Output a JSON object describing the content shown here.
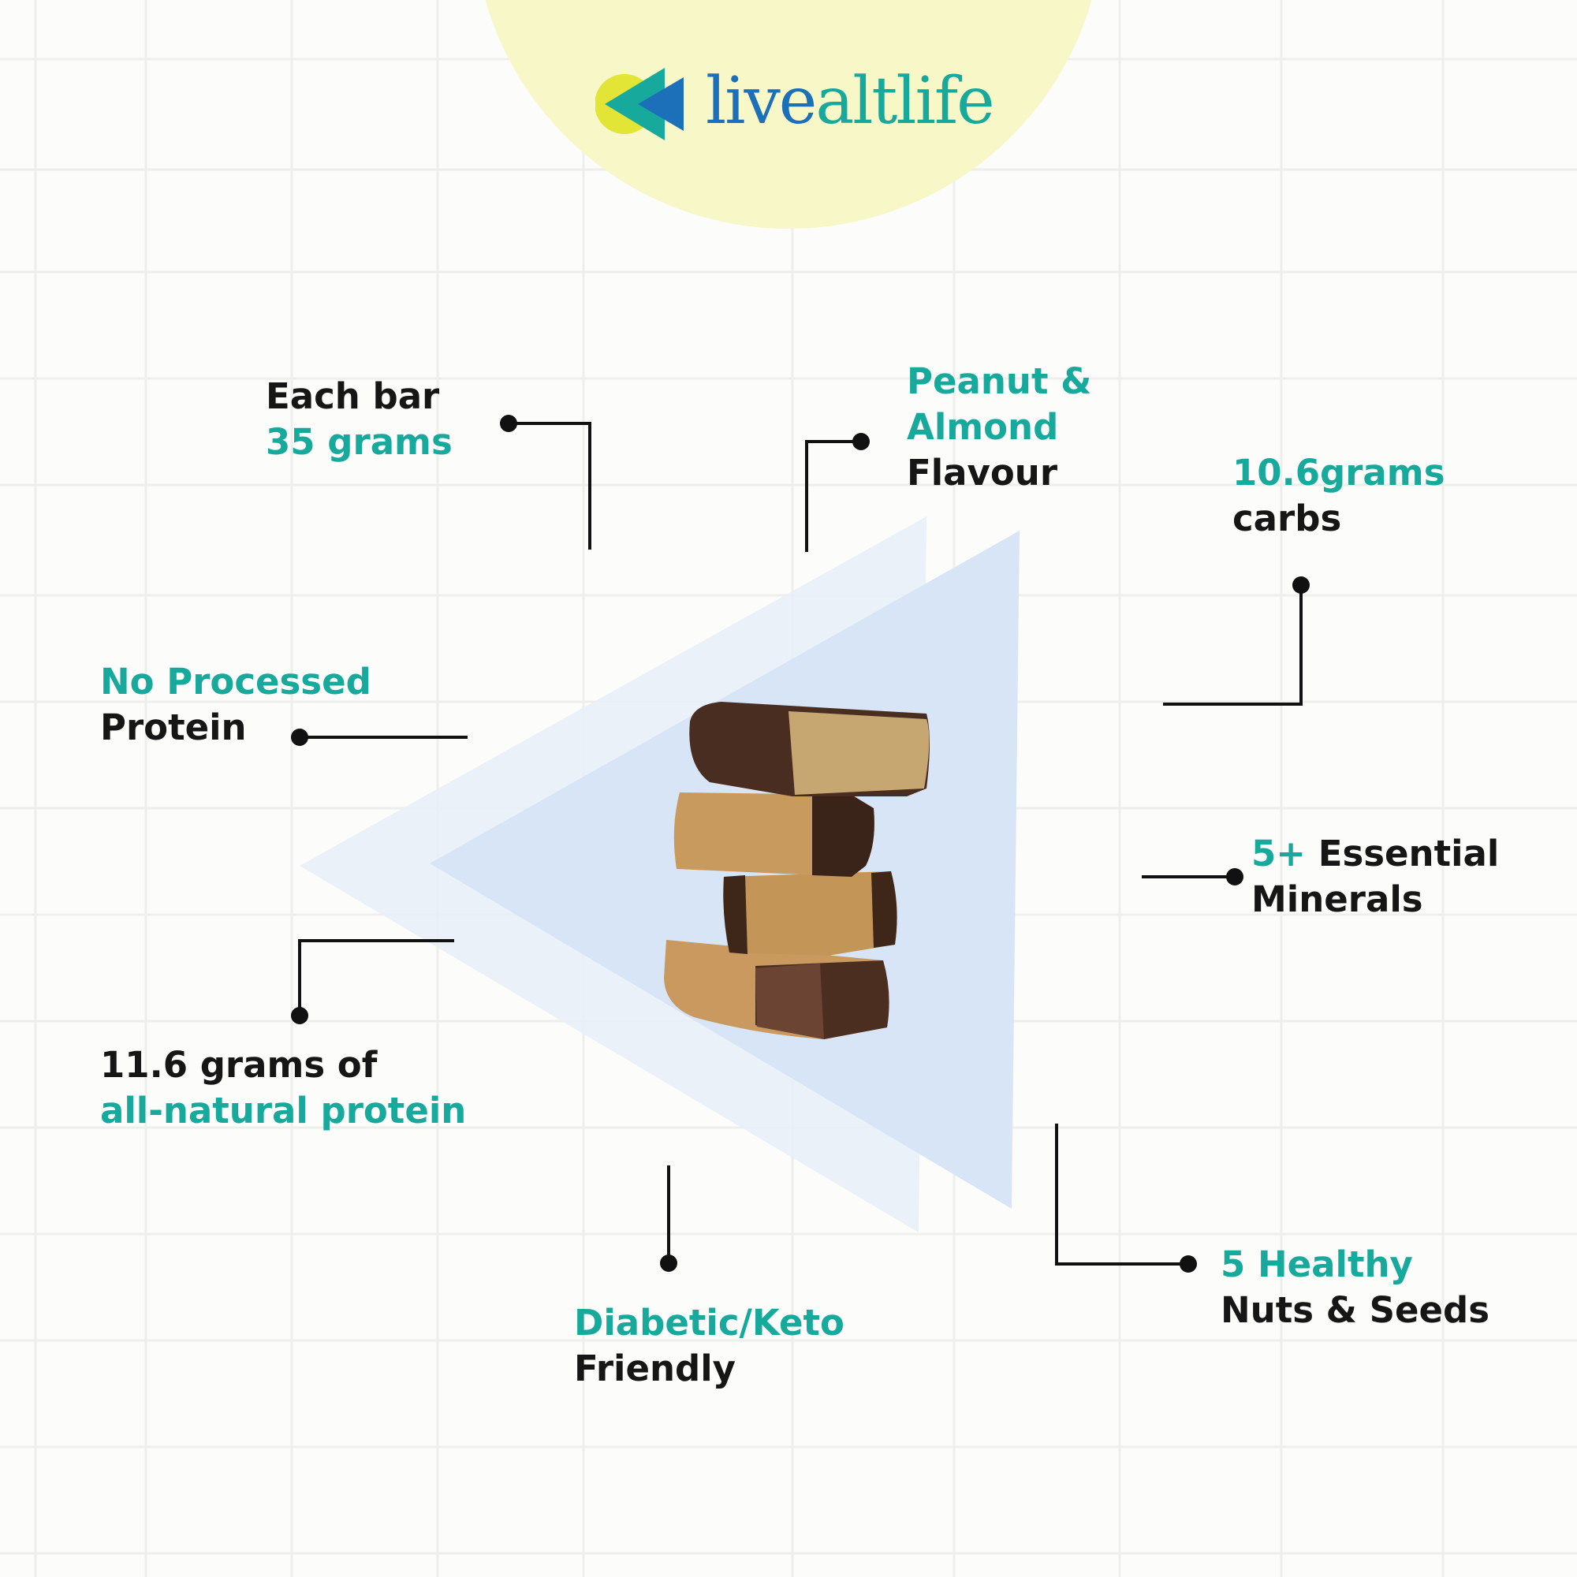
{
  "brand": {
    "logo_part_1": "live",
    "logo_part_2": "altlife",
    "colors": {
      "teal": "#17a99b",
      "blue": "#1c6fb9",
      "yellow": "#e2e535",
      "sun": "#f7f7c8"
    }
  },
  "product": {
    "image": "stack-of-protein-bars-photo"
  },
  "features": {
    "weight": {
      "line1": "Each bar",
      "line2": "35 grams"
    },
    "flavour": {
      "line1": "Peanut &",
      "line2": "Almond",
      "line3": "Flavour"
    },
    "carbs": {
      "line1": "10.6grams",
      "line2": "carbs"
    },
    "no_processed": {
      "line1": "No Processed",
      "line2": "Protein"
    },
    "minerals": {
      "line1a": "5+",
      "line1b": "Essential",
      "line2": "Minerals"
    },
    "protein": {
      "line1": "11.6 grams of",
      "line2": "all-natural protein"
    },
    "nuts": {
      "line1": "5 Healthy",
      "line2": "Nuts & Seeds"
    },
    "diabetic": {
      "line1": "Diabetic/Keto",
      "line2": "Friendly"
    }
  }
}
